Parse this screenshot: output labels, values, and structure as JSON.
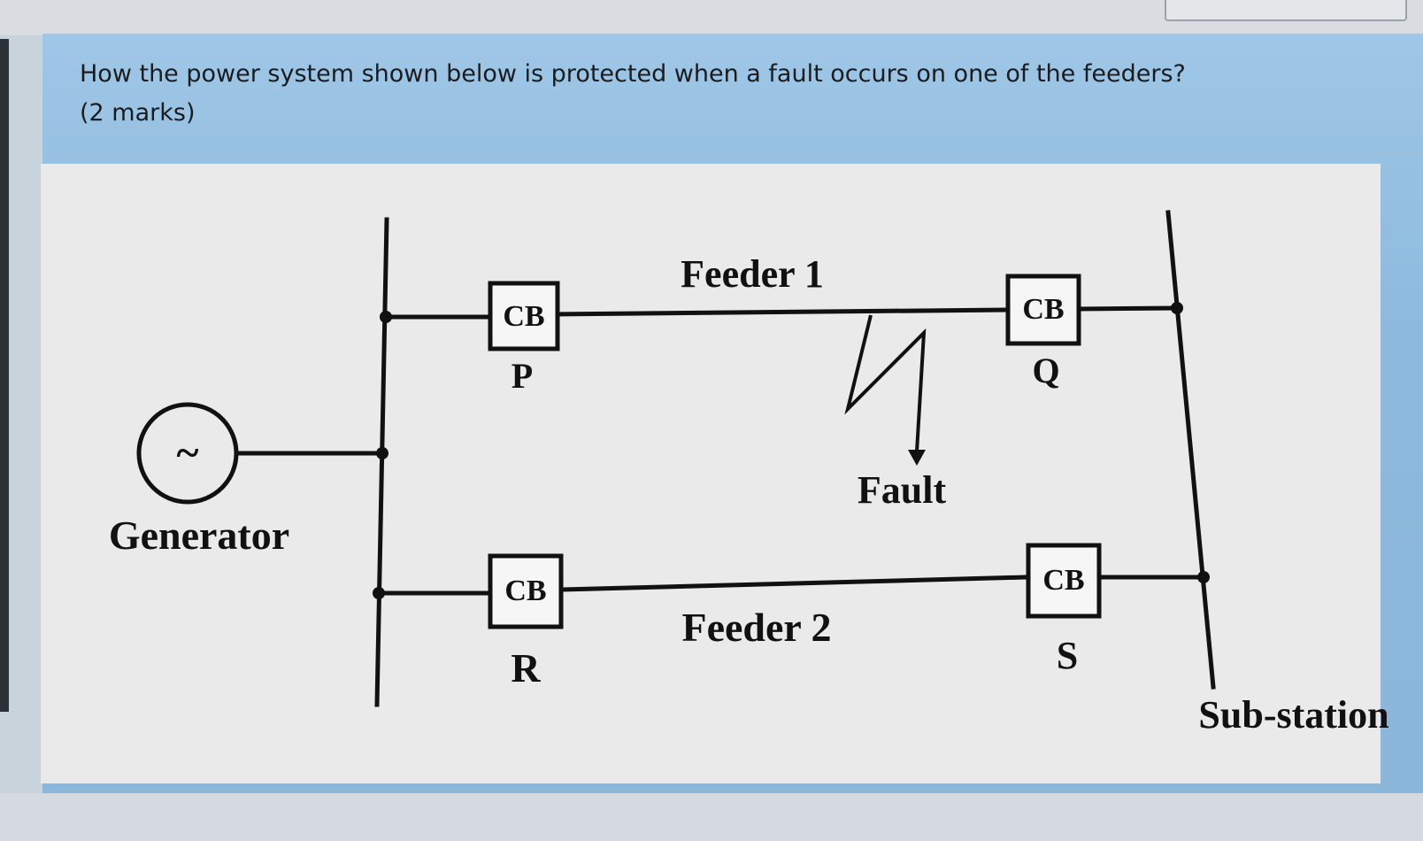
{
  "question": {
    "line1": "How the power system shown below is protected when a fault occurs on one of the feeders?",
    "line2": "(2 marks)"
  },
  "diagram": {
    "generator": {
      "symbol": "~",
      "label": "Generator"
    },
    "feeders": [
      {
        "label": "Feeder 1"
      },
      {
        "label": "Feeder 2"
      }
    ],
    "breakers": [
      {
        "box": "CB",
        "id": "P"
      },
      {
        "box": "CB",
        "id": "Q"
      },
      {
        "box": "CB",
        "id": "R"
      },
      {
        "box": "CB",
        "id": "S"
      }
    ],
    "fault": {
      "label": "Fault"
    },
    "substation": {
      "label": "Sub-station"
    }
  },
  "colors": {
    "panel": "#8cbadd",
    "diagram_bg": "#eaeaea",
    "ink": "#111111"
  }
}
